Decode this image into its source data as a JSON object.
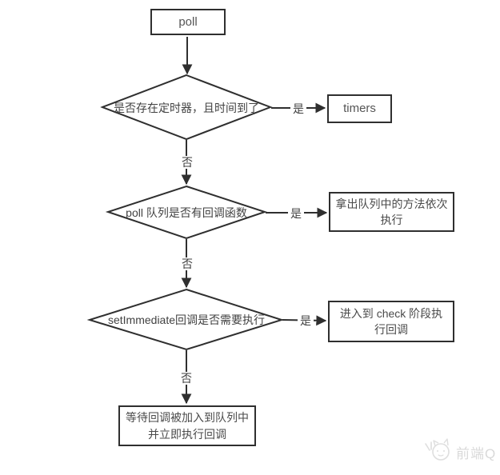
{
  "flowchart": {
    "nodes": {
      "poll": "poll",
      "timers": "timers",
      "decision_timer": "是否存在定时器，且时间到了",
      "decision_poll_queue": "poll 队列是否有回调函数",
      "decision_setimmediate": "setImmediate回调是否需要执行",
      "action_execute_queue": "拿出队列中的方法依次执行",
      "action_check_phase": "进入到 check 阶段执行回调",
      "action_wait_callback": "等待回调被加入到队列中并立即执行回调"
    },
    "edge_labels": {
      "yes": "是",
      "no": "否"
    },
    "watermark": "前端Q",
    "colors": {
      "line": "#2f2f2f",
      "text": "#4a4a4a",
      "watermark": "#d9d9d9",
      "background": "#ffffff"
    }
  }
}
